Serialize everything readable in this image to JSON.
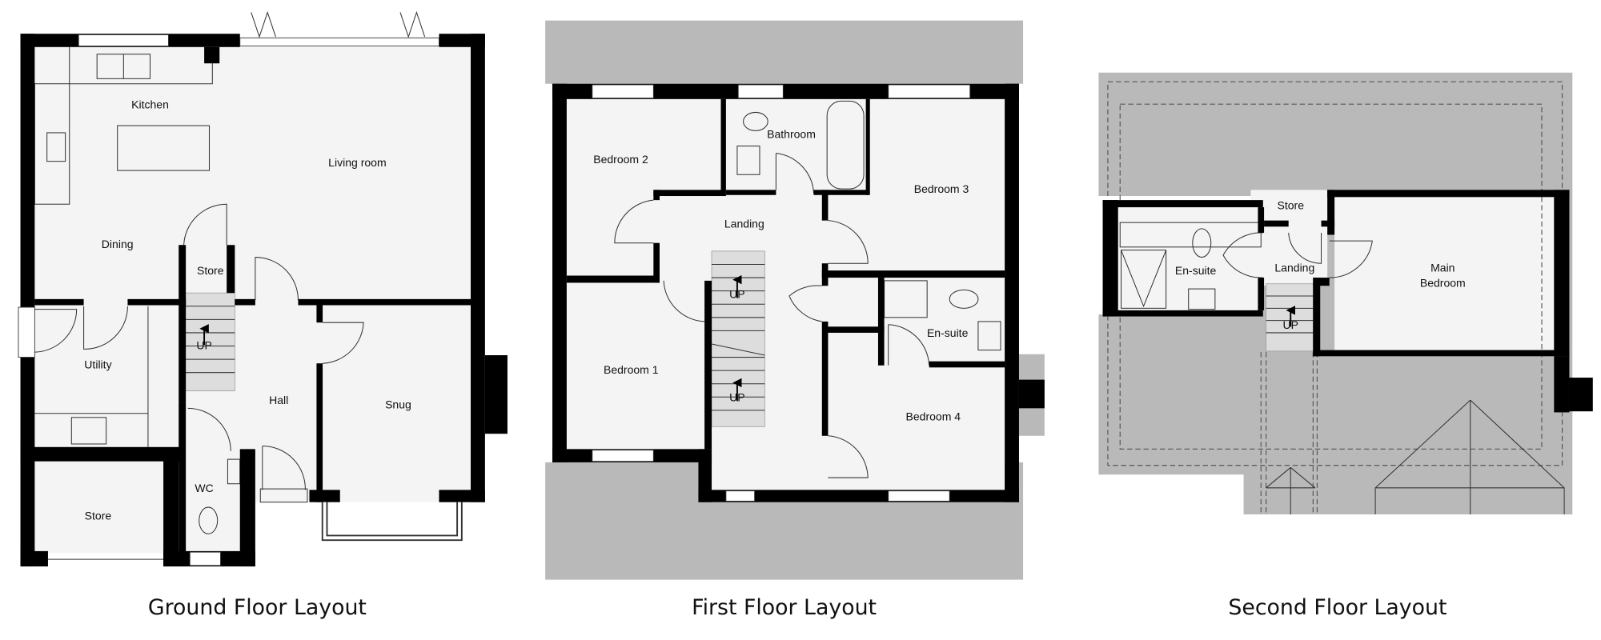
{
  "ground_floor": {
    "title": "Ground Floor Layout",
    "rooms": {
      "kitchen": "Kitchen",
      "living": "Living room",
      "dining": "Dining",
      "store1": "Store",
      "utility": "Utility",
      "hall": "Hall",
      "snug": "Snug",
      "wc": "WC",
      "store2": "Store"
    },
    "stair_label": "UP"
  },
  "first_floor": {
    "title": "First Floor Layout",
    "rooms": {
      "bedroom2": "Bedroom 2",
      "bathroom": "Bathroom",
      "bedroom3": "Bedroom 3",
      "landing": "Landing",
      "bedroom1": "Bedroom 1",
      "ensuite": "En-suite",
      "bedroom4": "Bedroom 4"
    },
    "stair_label_1": "UP",
    "stair_label_2": "UP"
  },
  "second_floor": {
    "title": "Second Floor Layout",
    "rooms": {
      "store": "Store",
      "ensuite": "En-suite",
      "landing": "Landing",
      "main_bedroom_1": "Main",
      "main_bedroom_2": "Bedroom"
    },
    "stair_label": "UP"
  },
  "colors": {
    "wall": "#000000",
    "floor": "#f4f4f4",
    "roof": "#b9b9b9"
  }
}
